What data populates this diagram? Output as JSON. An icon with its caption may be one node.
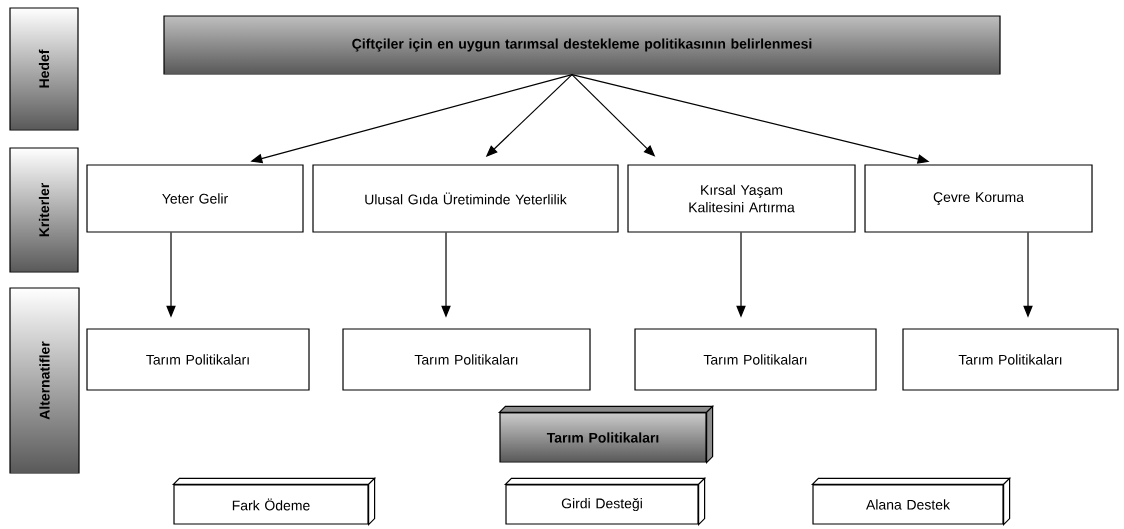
{
  "diagram": {
    "nodes": [
      {
        "text": [
          "Hedef"
        ]
      },
      {
        "text": [
          "Çiftçiler için en uygun tarımsal destekleme politikasının belirlenmesi"
        ]
      },
      {
        "text": [
          "Kriterler"
        ]
      },
      {
        "text": [
          "Yeter Gelir"
        ]
      },
      {
        "text": [
          "Ulusal Gıda Üretiminde Yeterlilik"
        ]
      },
      {
        "text": [
          "Kırsal Yaşam Kalitesini Artırma"
        ]
      },
      {
        "text": [
          "Çevre Koruma"
        ]
      },
      {
        "text": [
          "Alternatifler"
        ]
      },
      {
        "text": [
          "Tarım Politikaları"
        ]
      },
      {
        "text": [
          "Tarım Politikaları"
        ]
      },
      {
        "text": [
          "Tarım Politikaları"
        ]
      },
      {
        "text": [
          "Tarım Politikaları"
        ]
      },
      {
        "text": [
          "Tarım Politikaları"
        ]
      },
      {
        "text": [
          "Fark Ödeme"
        ]
      },
      {
        "text": [
          "Girdi Desteği"
        ]
      },
      {
        "text": [
          "Alana Destek"
        ]
      }
    ],
    "edges": [
      {
        "from": 1,
        "to": 3,
        "arrow": "to"
      },
      {
        "from": 1,
        "to": 4,
        "arrow": "to"
      },
      {
        "from": 1,
        "to": 5,
        "arrow": "to"
      },
      {
        "from": 1,
        "to": 6,
        "arrow": "to"
      },
      {
        "from": 3,
        "to": 8,
        "arrow": "to"
      },
      {
        "from": 4,
        "to": 9,
        "arrow": "to"
      },
      {
        "from": 5,
        "to": 10,
        "arrow": "to"
      },
      {
        "from": 6,
        "to": 11,
        "arrow": "to"
      }
    ]
  }
}
